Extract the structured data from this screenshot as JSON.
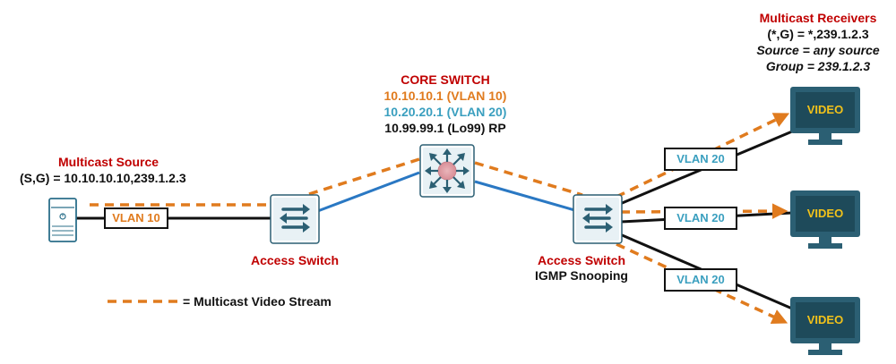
{
  "source": {
    "title": "Multicast Source",
    "sg": "(S,G) = 10.10.10.10,239.1.2.3",
    "vlan_label": "VLAN 10"
  },
  "core": {
    "title": "CORE SWITCH",
    "ip_vlan10": "10.10.10.1 (VLAN 10)",
    "ip_vlan20": "10.20.20.1 (VLAN 20)",
    "rp": "10.99.99.1 (Lo99) RP"
  },
  "access_left": {
    "label": "Access Switch"
  },
  "access_right": {
    "label": "Access Switch",
    "sub": "IGMP Snooping"
  },
  "receivers": {
    "title": "Multicast Receivers",
    "line1": "(*,G) = *,239.1.2.3",
    "line2": "Source = any source",
    "line3": "Group = 239.1.2.3",
    "monitor_text": "VIDEO",
    "vlan_labels": [
      "VLAN 20",
      "VLAN 20",
      "VLAN 20"
    ]
  },
  "legend": {
    "text": "= Multicast Video Stream"
  },
  "colors": {
    "multicast_stream": "#e07b1e",
    "vlan10": "#e07b1e",
    "vlan20_link": "#2a78c3",
    "vlan20_text": "#3a9fbf",
    "device_fill": "#2b5f73",
    "monitor_text": "#f2c21a",
    "title_red": "#c00000"
  },
  "icons": [
    "server-icon",
    "switch-icon",
    "core-router-icon",
    "monitor-icon"
  ]
}
